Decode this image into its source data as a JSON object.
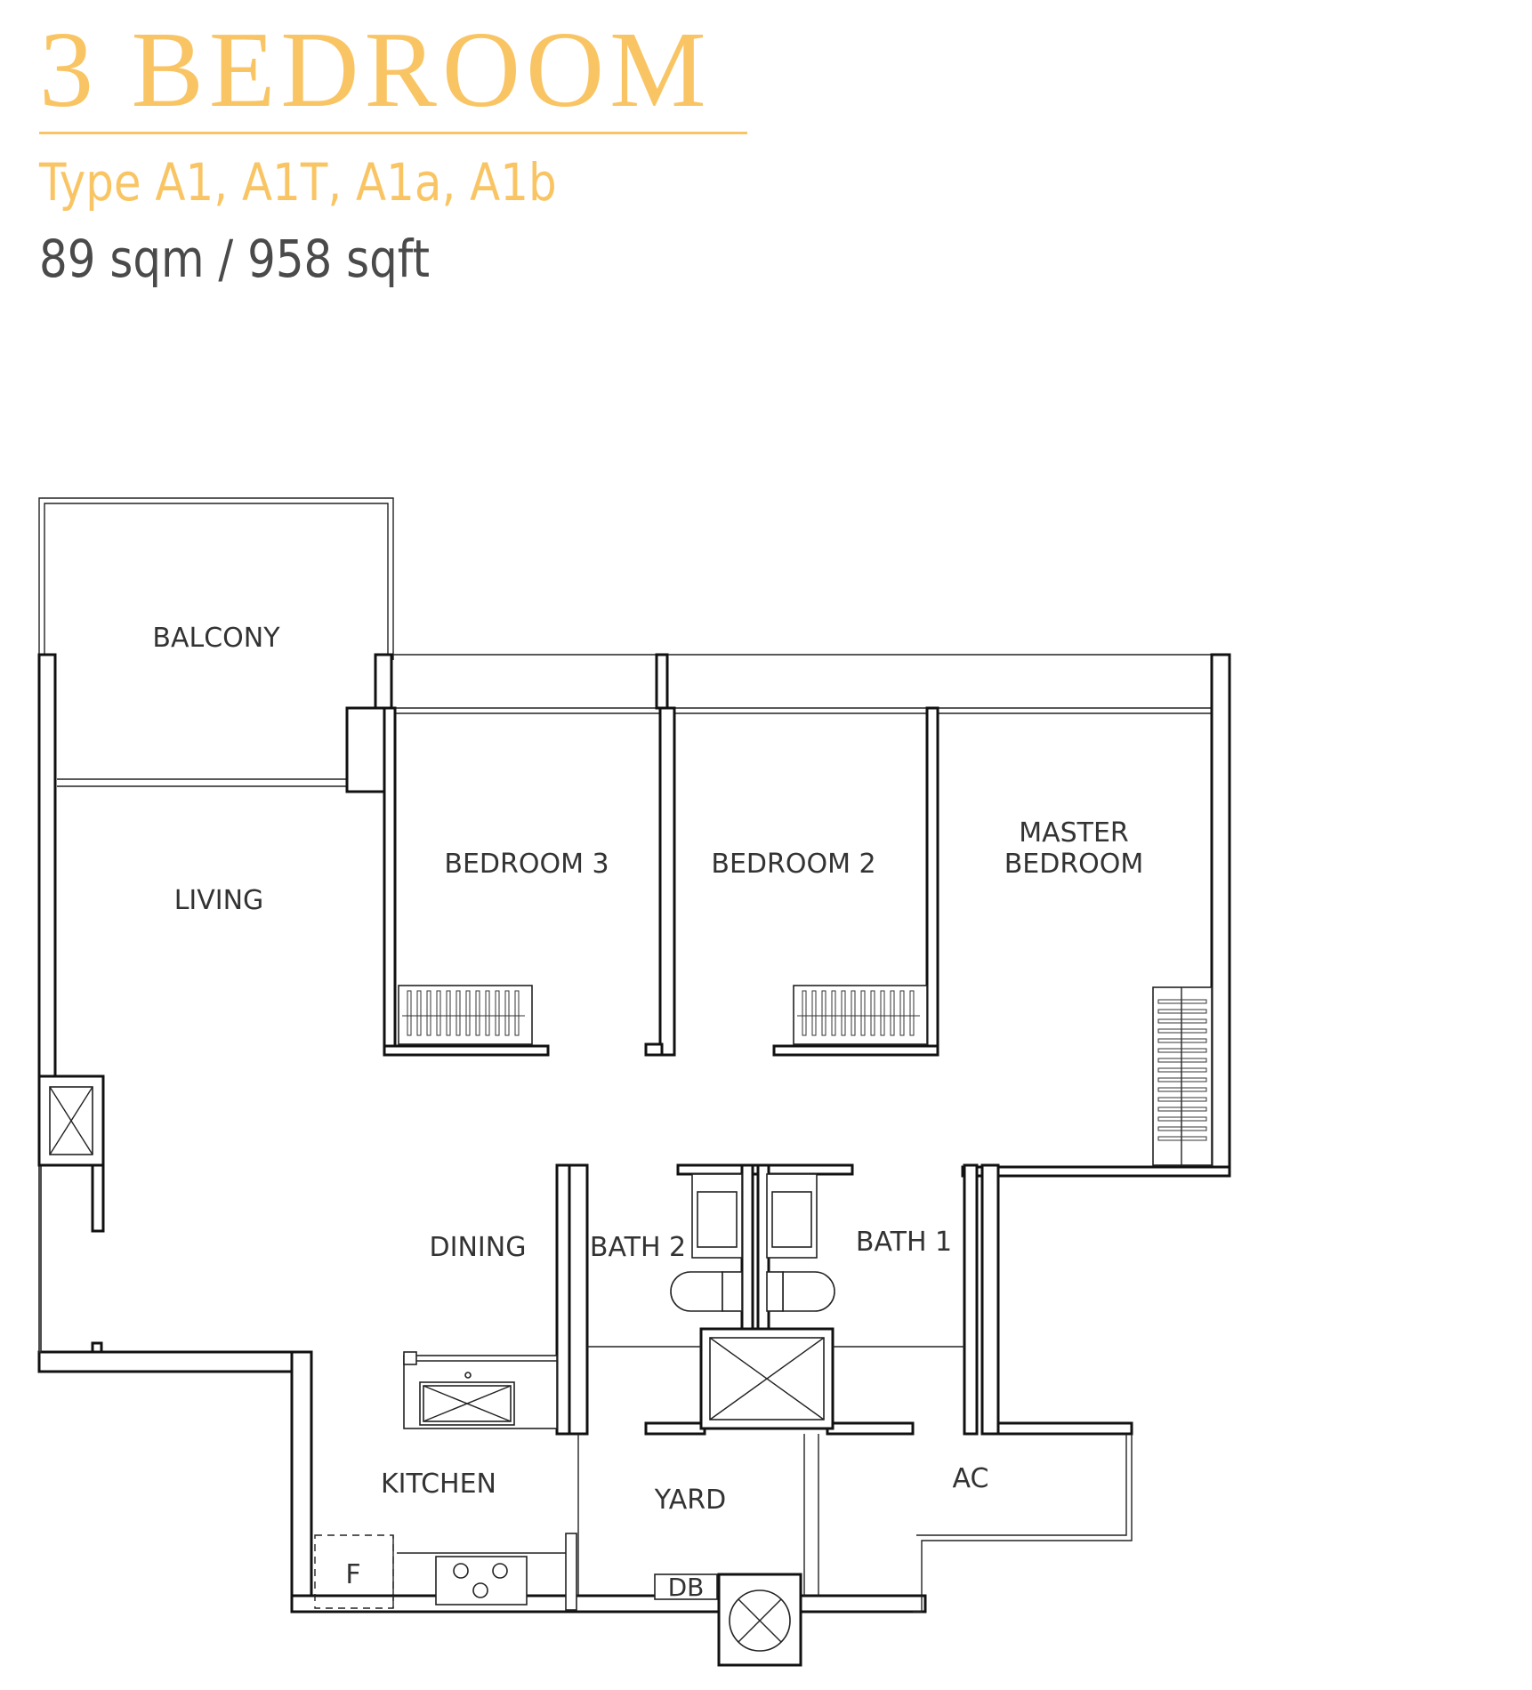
{
  "header": {
    "title": "3 BEDROOM",
    "types": "Type A1, A1T, A1a, A1b",
    "area": "89 sqm / 958 sqft"
  },
  "rooms": {
    "balcony": "BALCONY",
    "living": "LIVING",
    "bedroom3": "BEDROOM 3",
    "bedroom2": "BEDROOM 2",
    "master_line1": "MASTER",
    "master_line2": "BEDROOM",
    "dining": "DINING",
    "bath2": "BATH 2",
    "bath1": "BATH 1",
    "kitchen": "KITCHEN",
    "yard": "YARD",
    "ac": "AC",
    "fridge": "F",
    "db": "DB"
  },
  "colors": {
    "accent": "#F9C564",
    "text": "#4a4a4a",
    "wall": "#111111"
  }
}
